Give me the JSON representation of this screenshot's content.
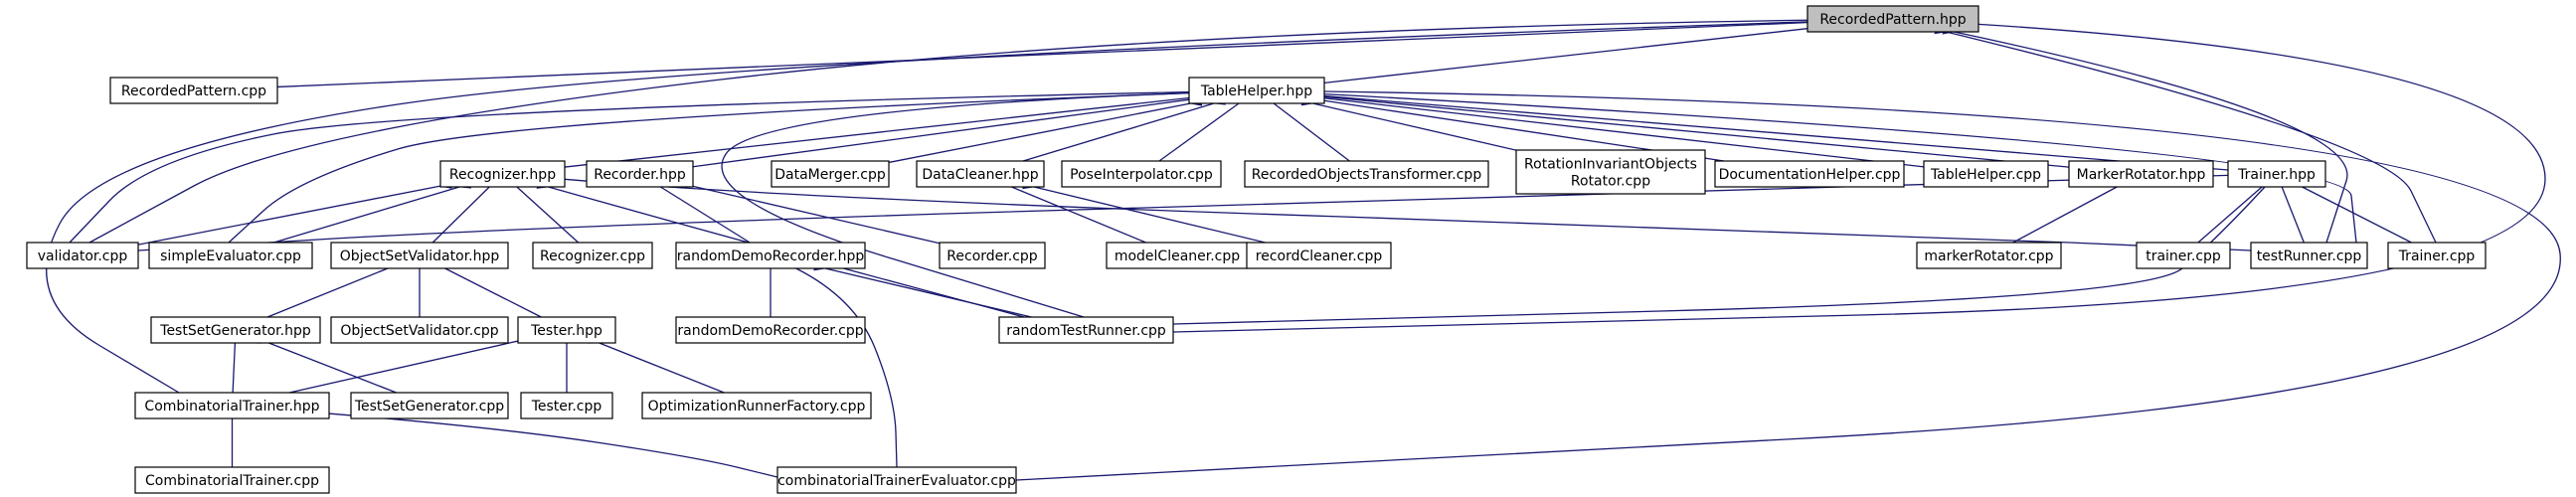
{
  "graph": {
    "edge_color": "#191970",
    "root_fill": "#bfbfbf",
    "node_fill": "#ffffff",
    "nodes": [
      {
        "id": "RecordedPattern_hpp",
        "label": "RecordedPattern.hpp",
        "root": true
      },
      {
        "id": "RecordedPattern_cpp",
        "label": "RecordedPattern.cpp"
      },
      {
        "id": "TableHelper_hpp",
        "label": "TableHelper.hpp"
      },
      {
        "id": "Recognizer_hpp",
        "label": "Recognizer.hpp"
      },
      {
        "id": "Recorder_hpp",
        "label": "Recorder.hpp"
      },
      {
        "id": "DataMerger_cpp",
        "label": "DataMerger.cpp"
      },
      {
        "id": "DataCleaner_hpp",
        "label": "DataCleaner.hpp"
      },
      {
        "id": "PoseInterpolator_cpp",
        "label": "PoseInterpolator.cpp"
      },
      {
        "id": "RecordedObjectsTransformer_cpp",
        "label": "RecordedObjectsTransformer.cpp"
      },
      {
        "id": "RotationInvariantObjectsRotator_cpp",
        "label": "RotationInvariantObjects\nRotator.cpp"
      },
      {
        "id": "DocumentationHelper_cpp",
        "label": "DocumentationHelper.cpp"
      },
      {
        "id": "TableHelper_cpp",
        "label": "TableHelper.cpp"
      },
      {
        "id": "MarkerRotator_hpp",
        "label": "MarkerRotator.hpp"
      },
      {
        "id": "Trainer_hpp",
        "label": "Trainer.hpp"
      },
      {
        "id": "validator_cpp",
        "label": "validator.cpp"
      },
      {
        "id": "simpleEvaluator_cpp",
        "label": "simpleEvaluator.cpp"
      },
      {
        "id": "ObjectSetValidator_hpp",
        "label": "ObjectSetValidator.hpp"
      },
      {
        "id": "Recognizer_cpp",
        "label": "Recognizer.cpp"
      },
      {
        "id": "randomDemoRecorder_hpp",
        "label": "randomDemoRecorder.hpp"
      },
      {
        "id": "Recorder_cpp",
        "label": "Recorder.cpp"
      },
      {
        "id": "modelCleaner_cpp",
        "label": "modelCleaner.cpp"
      },
      {
        "id": "recordCleaner_cpp",
        "label": "recordCleaner.cpp"
      },
      {
        "id": "markerRotator_cpp",
        "label": "markerRotator.cpp"
      },
      {
        "id": "trainer_cpp",
        "label": "trainer.cpp"
      },
      {
        "id": "testRunner_cpp",
        "label": "testRunner.cpp"
      },
      {
        "id": "Trainer_cpp",
        "label": "Trainer.cpp"
      },
      {
        "id": "TestSetGenerator_hpp",
        "label": "TestSetGenerator.hpp"
      },
      {
        "id": "ObjectSetValidator_cpp",
        "label": "ObjectSetValidator.cpp"
      },
      {
        "id": "Tester_hpp",
        "label": "Tester.hpp"
      },
      {
        "id": "randomDemoRecorder_cpp",
        "label": "randomDemoRecorder.cpp"
      },
      {
        "id": "randomTestRunner_cpp",
        "label": "randomTestRunner.cpp"
      },
      {
        "id": "CombinatorialTrainer_hpp",
        "label": "CombinatorialTrainer.hpp"
      },
      {
        "id": "TestSetGenerator_cpp",
        "label": "TestSetGenerator.cpp"
      },
      {
        "id": "Tester_cpp",
        "label": "Tester.cpp"
      },
      {
        "id": "OptimizationRunnerFactory_cpp",
        "label": "OptimizationRunnerFactory.cpp"
      },
      {
        "id": "CombinatorialTrainer_cpp",
        "label": "CombinatorialTrainer.cpp"
      },
      {
        "id": "combinatorialTrainerEvaluator_cpp",
        "label": "combinatorialTrainerEvaluator.cpp"
      }
    ],
    "edges": [
      {
        "from": "RecordedPattern_hpp",
        "to": "RecordedPattern_cpp"
      },
      {
        "from": "RecordedPattern_hpp",
        "to": "TableHelper_hpp"
      },
      {
        "from": "RecordedPattern_hpp",
        "to": "validator_cpp"
      },
      {
        "from": "RecordedPattern_hpp",
        "to": "testRunner_cpp"
      },
      {
        "from": "RecordedPattern_hpp",
        "to": "Trainer_cpp"
      },
      {
        "from": "RecordedPattern_hpp",
        "to": "randomTestRunner_cpp"
      },
      {
        "from": "RecordedPattern_hpp",
        "to": "CombinatorialTrainer_hpp"
      },
      {
        "from": "TableHelper_hpp",
        "to": "Recognizer_hpp"
      },
      {
        "from": "TableHelper_hpp",
        "to": "Recorder_hpp"
      },
      {
        "from": "TableHelper_hpp",
        "to": "DataMerger_cpp"
      },
      {
        "from": "TableHelper_hpp",
        "to": "DataCleaner_hpp"
      },
      {
        "from": "TableHelper_hpp",
        "to": "PoseInterpolator_cpp"
      },
      {
        "from": "TableHelper_hpp",
        "to": "RecordedObjectsTransformer_cpp"
      },
      {
        "from": "TableHelper_hpp",
        "to": "RotationInvariantObjectsRotator_cpp"
      },
      {
        "from": "TableHelper_hpp",
        "to": "DocumentationHelper_cpp"
      },
      {
        "from": "TableHelper_hpp",
        "to": "TableHelper_cpp"
      },
      {
        "from": "TableHelper_hpp",
        "to": "MarkerRotator_hpp"
      },
      {
        "from": "TableHelper_hpp",
        "to": "Trainer_hpp"
      },
      {
        "from": "TableHelper_hpp",
        "to": "validator_cpp"
      },
      {
        "from": "TableHelper_hpp",
        "to": "simpleEvaluator_cpp"
      },
      {
        "from": "TableHelper_hpp",
        "to": "randomTestRunner_cpp"
      },
      {
        "from": "TableHelper_hpp",
        "to": "testRunner_cpp"
      },
      {
        "from": "TableHelper_hpp",
        "to": "combinatorialTrainerEvaluator_cpp"
      },
      {
        "from": "Recognizer_hpp",
        "to": "validator_cpp"
      },
      {
        "from": "Recognizer_hpp",
        "to": "simpleEvaluator_cpp"
      },
      {
        "from": "Recognizer_hpp",
        "to": "ObjectSetValidator_hpp"
      },
      {
        "from": "Recognizer_hpp",
        "to": "Recognizer_cpp"
      },
      {
        "from": "Recognizer_hpp",
        "to": "testRunner_cpp"
      },
      {
        "from": "Recognizer_hpp",
        "to": "randomTestRunner_cpp"
      },
      {
        "from": "Recorder_hpp",
        "to": "randomDemoRecorder_hpp"
      },
      {
        "from": "Recorder_hpp",
        "to": "Recorder_cpp"
      },
      {
        "from": "DataCleaner_hpp",
        "to": "modelCleaner_cpp"
      },
      {
        "from": "DataCleaner_hpp",
        "to": "recordCleaner_cpp"
      },
      {
        "from": "MarkerRotator_hpp",
        "to": "markerRotator_cpp"
      },
      {
        "from": "Trainer_hpp",
        "to": "trainer_cpp"
      },
      {
        "from": "Trainer_hpp",
        "to": "testRunner_cpp"
      },
      {
        "from": "Trainer_hpp",
        "to": "Trainer_cpp"
      },
      {
        "from": "Trainer_hpp",
        "to": "randomTestRunner_cpp"
      },
      {
        "from": "Trainer_hpp",
        "to": "validator_cpp"
      },
      {
        "from": "ObjectSetValidator_hpp",
        "to": "TestSetGenerator_hpp"
      },
      {
        "from": "ObjectSetValidator_hpp",
        "to": "ObjectSetValidator_cpp"
      },
      {
        "from": "ObjectSetValidator_hpp",
        "to": "Tester_hpp"
      },
      {
        "from": "randomDemoRecorder_hpp",
        "to": "randomDemoRecorder_cpp"
      },
      {
        "from": "randomDemoRecorder_hpp",
        "to": "randomTestRunner_cpp"
      },
      {
        "from": "randomDemoRecorder_hpp",
        "to": "combinatorialTrainerEvaluator_cpp"
      },
      {
        "from": "TestSetGenerator_hpp",
        "to": "CombinatorialTrainer_hpp"
      },
      {
        "from": "TestSetGenerator_hpp",
        "to": "TestSetGenerator_cpp"
      },
      {
        "from": "Tester_hpp",
        "to": "CombinatorialTrainer_hpp"
      },
      {
        "from": "Tester_hpp",
        "to": "Tester_cpp"
      },
      {
        "from": "Tester_hpp",
        "to": "OptimizationRunnerFactory_cpp"
      },
      {
        "from": "CombinatorialTrainer_hpp",
        "to": "CombinatorialTrainer_cpp"
      },
      {
        "from": "CombinatorialTrainer_hpp",
        "to": "combinatorialTrainerEvaluator_cpp"
      }
    ]
  }
}
